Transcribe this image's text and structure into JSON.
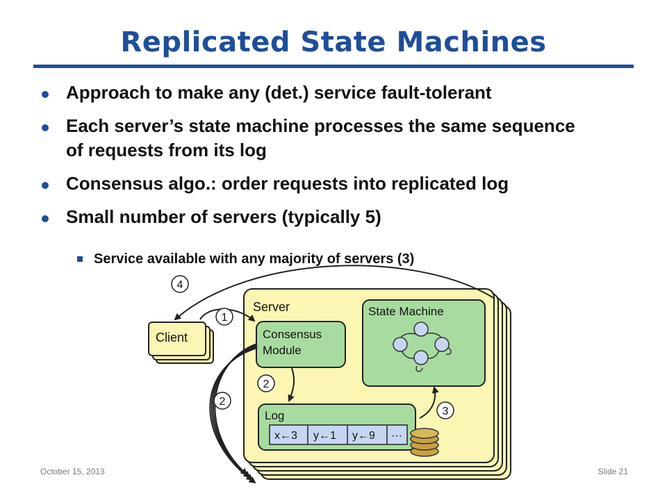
{
  "title": "Replicated State Machines",
  "bullets": [
    "Approach to make any (det.) service fault-tolerant",
    "Each server’s state machine processes the same sequence of requests from its log",
    "Consensus algo.: order requests into replicated log",
    "Small number of servers (typically 5)"
  ],
  "sub_bullet": "Service available with any majority of servers (3)",
  "diagram": {
    "client": "Client",
    "server": "Server",
    "consensus_line1": "Consensus",
    "consensus_line2": "Module",
    "state_machine": "State Machine",
    "log": "Log",
    "log_entries": [
      "x←3",
      "y←1",
      "y←9",
      "···"
    ],
    "steps": [
      "1",
      "2",
      "3",
      "4"
    ]
  },
  "footer": {
    "date": "October 15, 2013",
    "slide": "Slide 21"
  },
  "colors": {
    "accent": "#1f4e99",
    "server_fill": "#fbf6b4",
    "module_fill": "#a8dba0"
  }
}
